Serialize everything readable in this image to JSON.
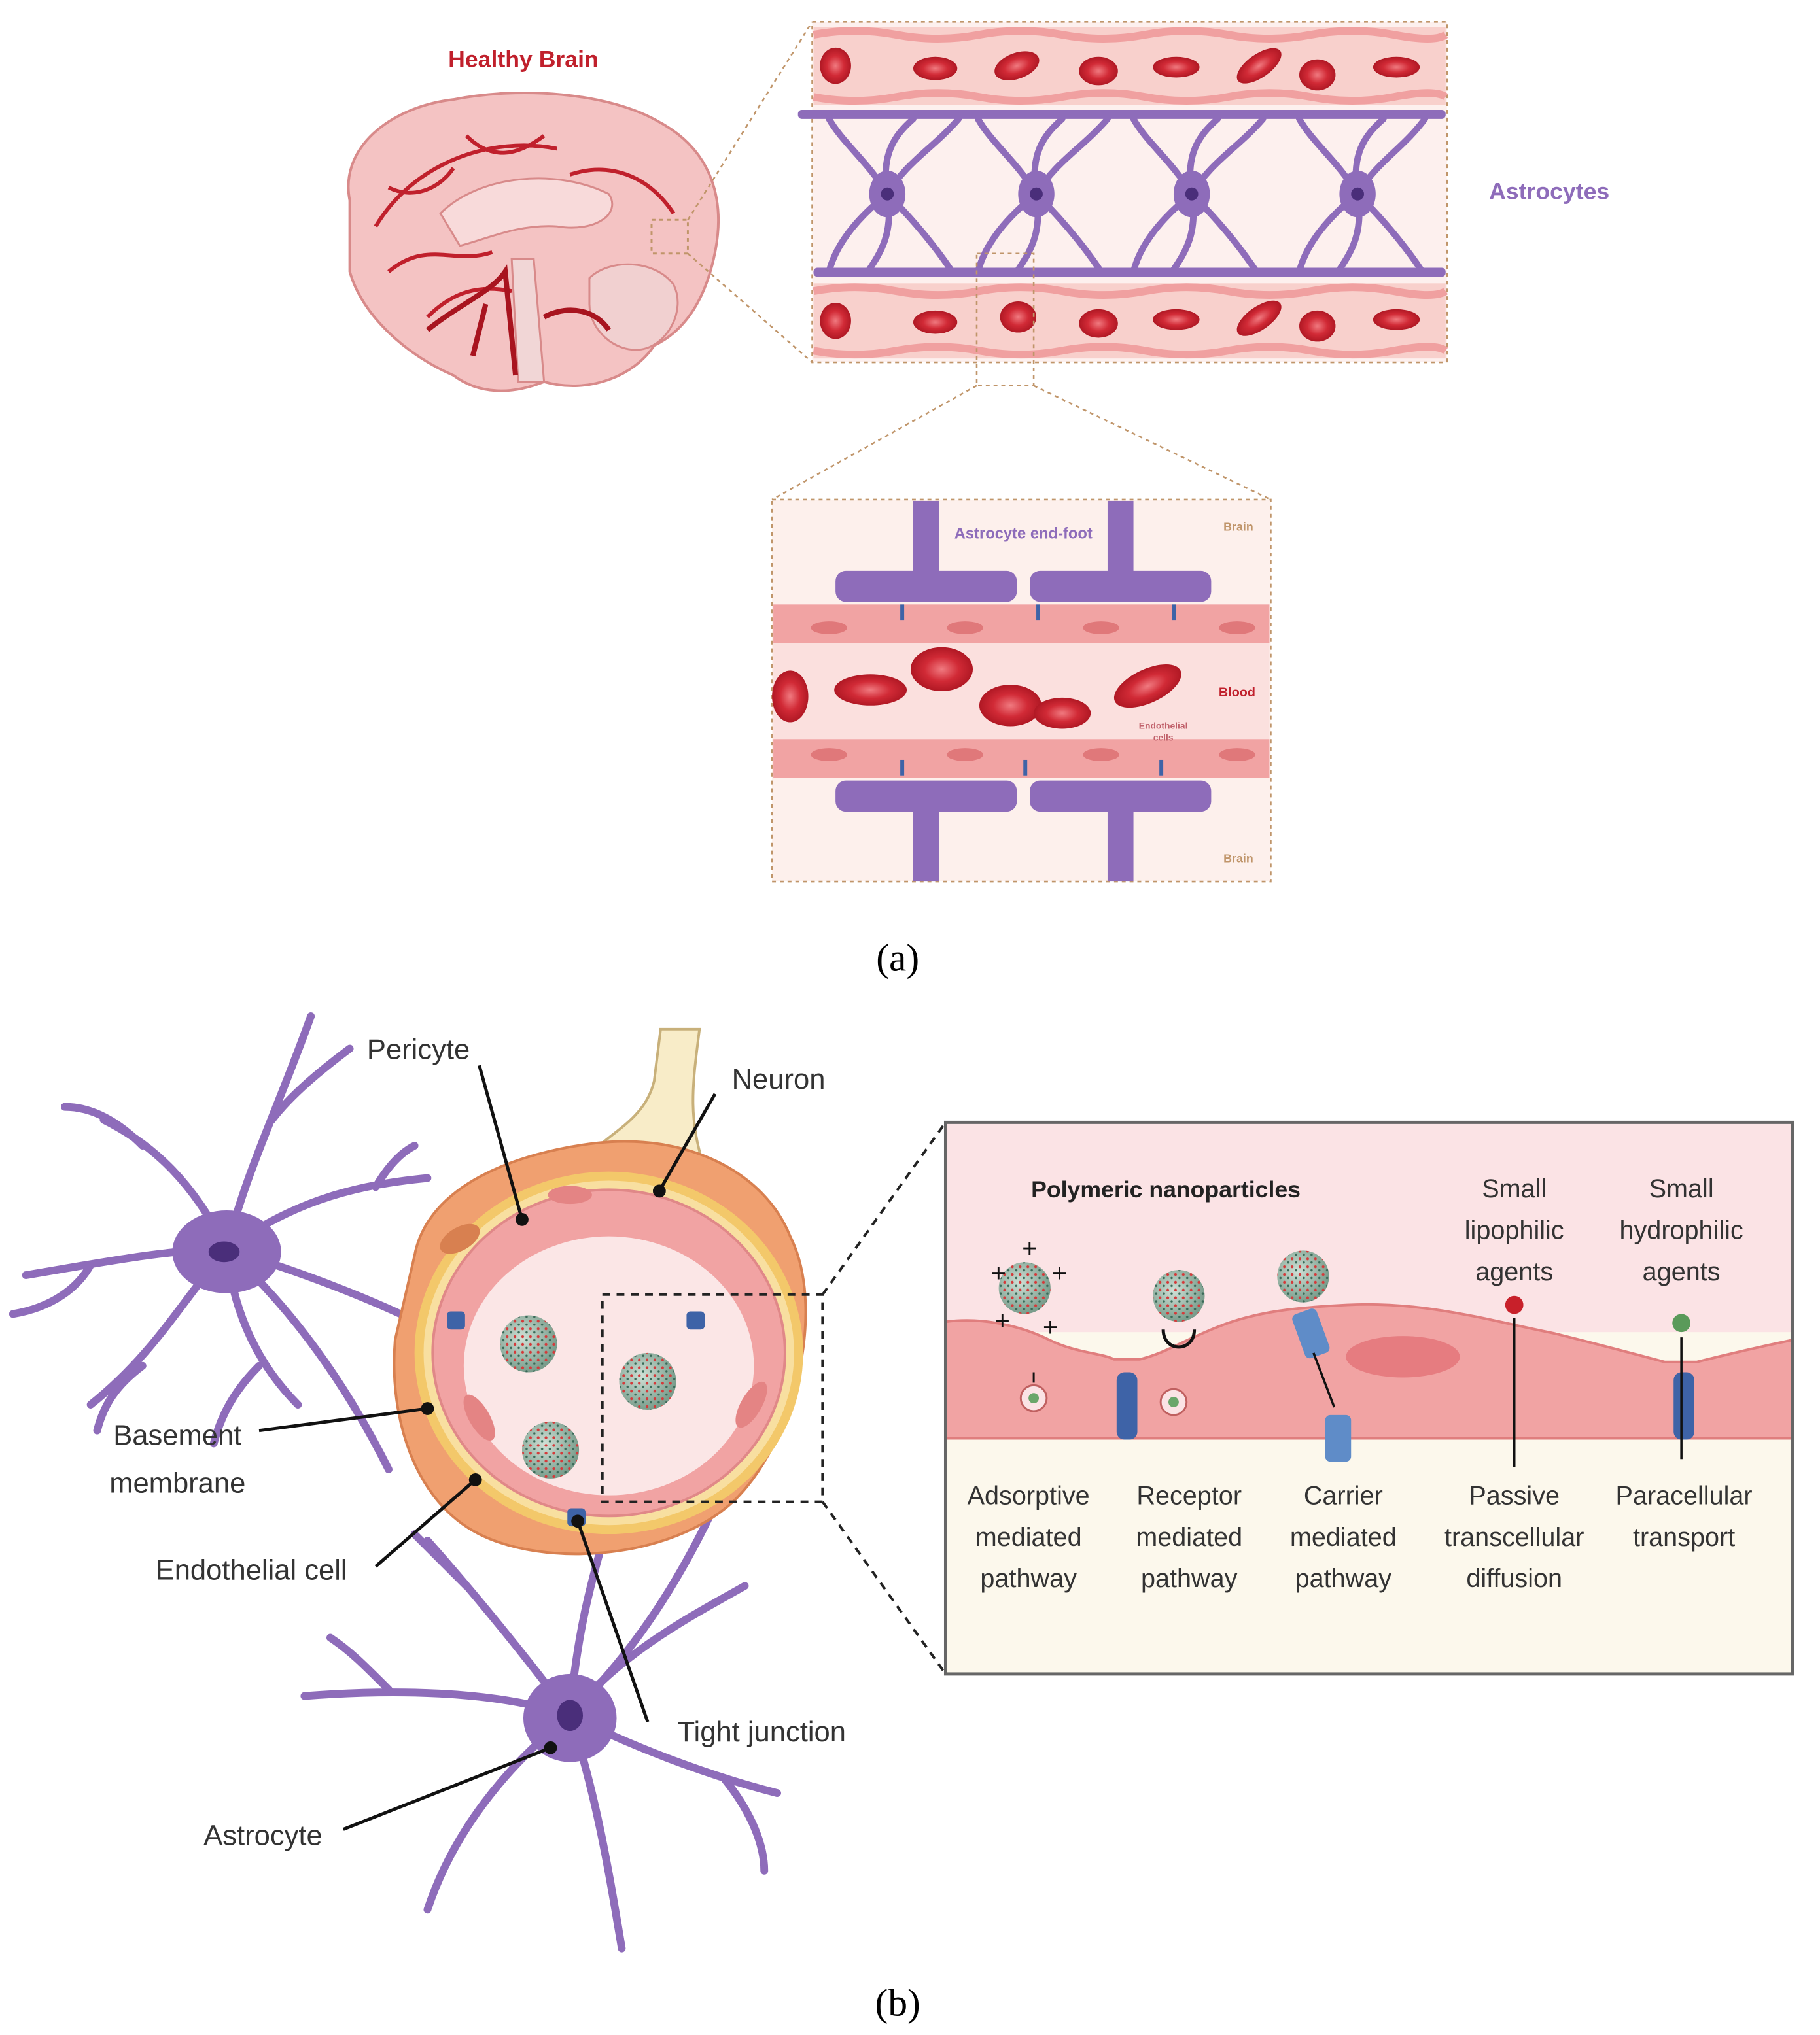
{
  "panel_a": {
    "caption": "(a)",
    "healthy_brain_label": "Healthy Brain",
    "astrocytes_label": "Astrocytes",
    "inset": {
      "end_foot_label": "Astrocyte end-foot",
      "brain_top_label": "Brain",
      "blood_label": "Blood",
      "endothelial_label_line1": "Endothelial",
      "endothelial_label_line2": "cells",
      "brain_bottom_label": "Brain"
    }
  },
  "panel_b": {
    "caption": "(b)",
    "pericyte_label": "Pericyte",
    "neuron_label": "Neuron",
    "basement_label_line1": "Basement",
    "basement_label_line2": "membrane",
    "endothelial_cell_label": "Endothelial cell",
    "tight_junction_label": "Tight junction",
    "astrocyte_label": "Astrocyte",
    "zoom": {
      "nanoparticles_label": "Polymeric nanoparticles",
      "lipophilic_label": [
        "Small",
        "lipophilic",
        "agents"
      ],
      "hydrophilic_label": [
        "Small",
        "hydrophilic",
        "agents"
      ],
      "pathways": [
        {
          "lines": [
            "Adsorptive",
            "mediated",
            "pathway"
          ]
        },
        {
          "lines": [
            "Receptor",
            "mediated",
            "pathway"
          ]
        },
        {
          "lines": [
            "Carrier",
            "mediated",
            "pathway"
          ]
        },
        {
          "lines": [
            "Passive",
            "transcellular",
            "diffusion"
          ]
        },
        {
          "lines": [
            "Paracellular",
            "transport"
          ]
        }
      ]
    }
  },
  "colors": {
    "blood_red": "#c0202c",
    "rbc": "#d12a36",
    "astro_purple": "#8e6cba",
    "astro_dark": "#5a3e8c",
    "pink_bg": "#fbe3e1",
    "endothelium": "#f1a3a3",
    "pericyte_orange": "#f0a070",
    "membrane_yellow": "#f3c86a",
    "junction_blue": "#3e63a7",
    "dotted_tan": "#c0956a",
    "brain_pink": "#f4c3c3"
  }
}
